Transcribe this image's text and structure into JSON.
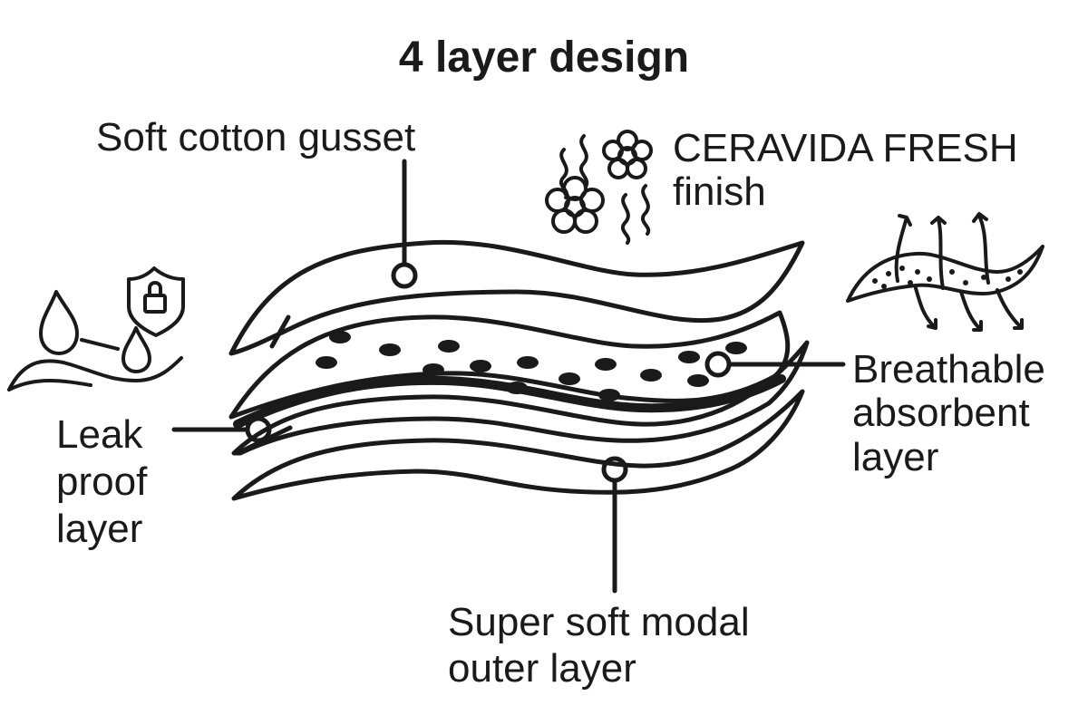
{
  "title": "4 layer design",
  "labels": {
    "gusset": "Soft cotton gusset",
    "fresh": [
      "CERAVIDA FRESH",
      "finish"
    ],
    "breathable": [
      "Breathable",
      "absorbent",
      "layer"
    ],
    "leak": [
      "Leak",
      "proof",
      "layer"
    ],
    "modal": [
      "Super soft modal",
      "outer layer"
    ]
  },
  "icons": {
    "fresh": "flower-scent-icon",
    "breathable": "breathable-airflow-icon",
    "leak": "water-drops-shield-icon"
  },
  "colors": {
    "ink": "#1a1a1a",
    "background": "#ffffff"
  }
}
